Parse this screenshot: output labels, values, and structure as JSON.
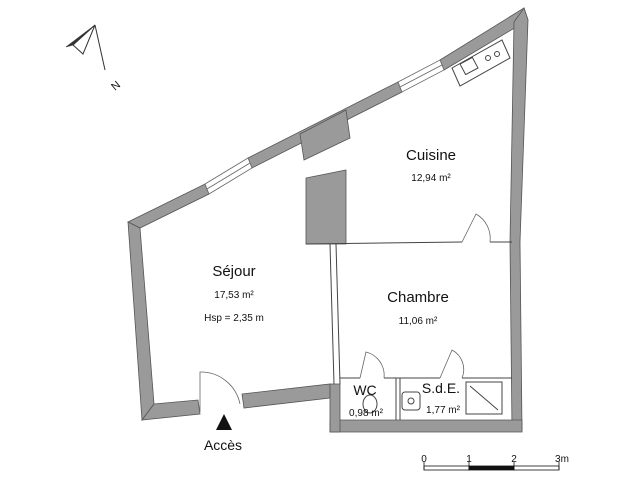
{
  "rooms": {
    "cuisine": {
      "name": "Cuisine",
      "area": "12,94 m²"
    },
    "sejour": {
      "name": "Séjour",
      "area": "17,53 m²",
      "height": "Hsp = 2,35 m"
    },
    "chambre": {
      "name": "Chambre",
      "area": "11,06 m²"
    },
    "wc": {
      "name": "WC",
      "area": "0,98 m²"
    },
    "sde": {
      "name": "S.d.E.",
      "area": "1,77 m²"
    }
  },
  "access": {
    "label": "Accès"
  },
  "scale": {
    "labels": [
      "0",
      "1",
      "2",
      "3m"
    ]
  },
  "compass": {
    "label": "N"
  },
  "colors": {
    "wall": "#9a9a9a",
    "wall_outline": "#555555",
    "line": "#444444"
  }
}
